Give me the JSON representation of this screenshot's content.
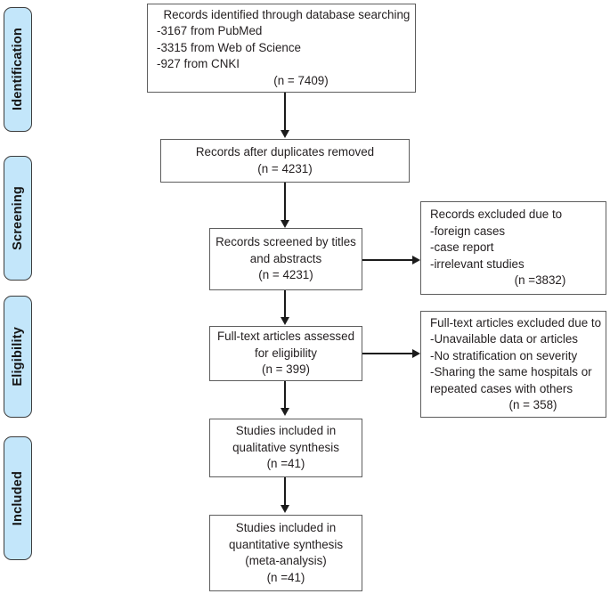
{
  "diagram": {
    "title": "PRISMA study selection flow diagram",
    "colors": {
      "stage_fill": "#c3e6fa",
      "stage_border": "#3c3c3c",
      "box_border": "#5d5d5d",
      "connector": "#1b1b1b",
      "text": "#231f20",
      "background": "#ffffff"
    }
  },
  "stages": [
    {
      "label": "Identification"
    },
    {
      "label": "Screening"
    },
    {
      "label": "Eligibility"
    },
    {
      "label": "Included"
    }
  ],
  "boxes": {
    "identified": {
      "lines": [
        "  Records identified through database searching",
        "-3167 from PubMed",
        "-3315 from Web of Science",
        "-927 from CNKI"
      ],
      "count_line": "(n = 7409)",
      "count": 7409,
      "sources": [
        {
          "name": "PubMed",
          "count": 3167
        },
        {
          "name": "Web of Science",
          "count": 3315
        },
        {
          "name": "CNKI",
          "count": 927
        }
      ]
    },
    "duplicates_removed": {
      "lines": [
        "Records after duplicates removed"
      ],
      "count_line": "(n = 4231)",
      "count": 4231
    },
    "screened": {
      "lines": [
        "Records screened by titles",
        "and abstracts"
      ],
      "count_line": "(n = 4231)",
      "count": 4231
    },
    "records_excluded": {
      "lines": [
        "Records excluded due to",
        "-foreign cases",
        "-case report",
        "-irrelevant studies"
      ],
      "count_line": "(n =3832)",
      "count": 3832
    },
    "fulltext_assessed": {
      "lines": [
        "Full-text articles assessed",
        "for eligibility"
      ],
      "count_line": "(n = 399)",
      "count": 399
    },
    "fulltext_excluded": {
      "lines": [
        "Full-text articles excluded due to",
        "-Unavailable data or articles",
        "-No stratification on severity",
        "-Sharing the same hospitals or",
        "repeated cases with others"
      ],
      "count_line": "(n = 358)",
      "count": 358
    },
    "qualitative": {
      "lines": [
        "Studies included in",
        "qualitative synthesis"
      ],
      "count_line": "(n =41)",
      "count": 41
    },
    "quantitative": {
      "lines": [
        "Studies included in",
        "quantitative synthesis",
        "(meta-analysis)"
      ],
      "count_line": "(n =41)",
      "count": 41
    }
  }
}
